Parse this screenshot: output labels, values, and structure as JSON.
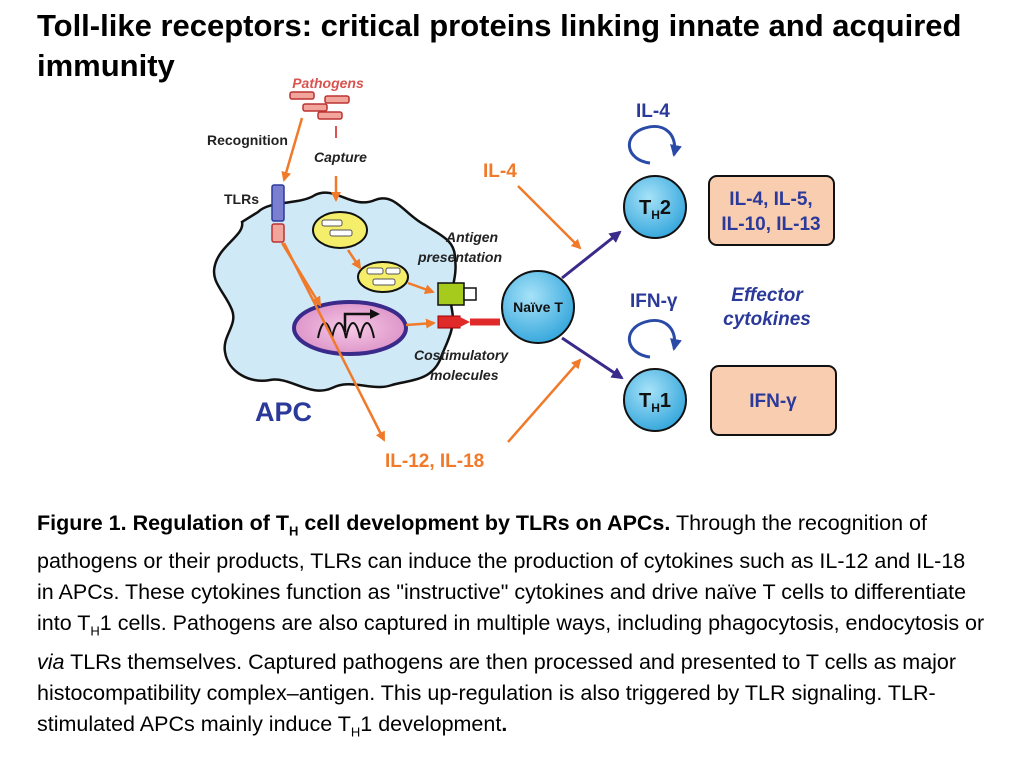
{
  "title": "Toll-like receptors: critical proteins linking innate and acquired immunity",
  "diagram": {
    "pathogens": "Pathogens",
    "recognition": "Recognition",
    "capture": "Capture",
    "tlrs": "TLRs",
    "antigen_presentation_1": "Antigen",
    "antigen_presentation_2": "presentation",
    "costimulatory_1": "Costimulatory",
    "costimulatory_2": "molecules",
    "apc": "APC",
    "naive_t": "Naïve T",
    "il4_top": "IL-4",
    "il4_left": "IL-4",
    "ifn_gamma_label": "IFN-γ",
    "th_cell": "T",
    "th_sub": "H",
    "th2_num": "2",
    "th1_num": "1",
    "th2_cytokines_1": "IL-4, IL-5,",
    "th2_cytokines_2": "IL-10, IL-13",
    "th1_cytokines": "IFN-γ",
    "effector_1": "Effector",
    "effector_2": "cytokines",
    "il12_il18": "IL-12, IL-18"
  },
  "caption": {
    "bold_prefix": "Figure 1. Regulation of T",
    "bold_sub": "H",
    "bold_suffix": " cell development by TLRs on APCs.",
    "text_1": " Through the recognition of pathogens or their products, TLRs can induce the production of cytokines such as IL-12 and IL-18 in APCs. These cytokines function as \"instructive\" cytokines and drive naïve T cells to differentiate into T",
    "sub_1": "H",
    "text_2": "1 cells. Pathogens are also captured in multiple ways, including phagocytosis, endocytosis or ",
    "italic_via": "via",
    "text_3": " TLRs themselves. Captured pathogens are then processed and presented to T cells as major histocompatibility complex–antigen. This up-regulation is also triggered by TLR signaling. TLR-stimulated APCs mainly induce T",
    "sub_2": "H",
    "text_4": "1 development",
    "final_period": "."
  },
  "colors": {
    "orange_arrow": "#f07a2a",
    "navy_arrow": "#3a2a8a",
    "blue_arrow": "#2a4aa8",
    "apc_fill": "#cfe9f7",
    "cell_fill": "#5fc3ec",
    "cytokine_box": "#f9cdb0",
    "label_blue": "#2b3a9a",
    "pathogen_red": "#d9534f"
  }
}
